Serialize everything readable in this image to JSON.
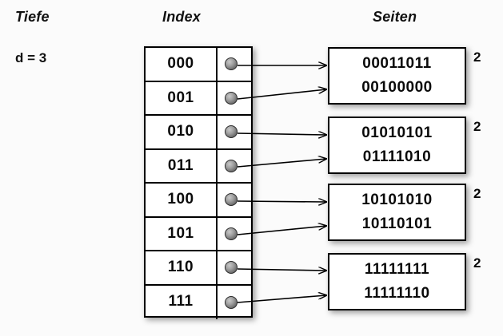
{
  "headers": {
    "depth": "Tiefe",
    "index": "Index",
    "pages": "Seiten"
  },
  "depth": {
    "label": "d = 3"
  },
  "index_table": {
    "rows": [
      {
        "key": "000",
        "pointer": "bullet"
      },
      {
        "key": "001",
        "pointer": "bullet"
      },
      {
        "key": "010",
        "pointer": "bullet"
      },
      {
        "key": "011",
        "pointer": "bullet"
      },
      {
        "key": "100",
        "pointer": "bullet"
      },
      {
        "key": "101",
        "pointer": "bullet"
      },
      {
        "key": "110",
        "pointer": "bullet"
      },
      {
        "key": "111",
        "pointer": "bullet"
      }
    ]
  },
  "pages": [
    {
      "lines": [
        "00011011",
        "00100000"
      ],
      "count": "2"
    },
    {
      "lines": [
        "01010101",
        "01111010"
      ],
      "count": "2"
    },
    {
      "lines": [
        "10101010",
        "10110101"
      ],
      "count": "2"
    },
    {
      "lines": [
        "11111111",
        "11111110"
      ],
      "count": "2"
    }
  ],
  "colors": {
    "background": "#fbfbfb",
    "stroke": "#000000",
    "text": "#0a0a0a",
    "bullet": "#7a7a7a"
  }
}
